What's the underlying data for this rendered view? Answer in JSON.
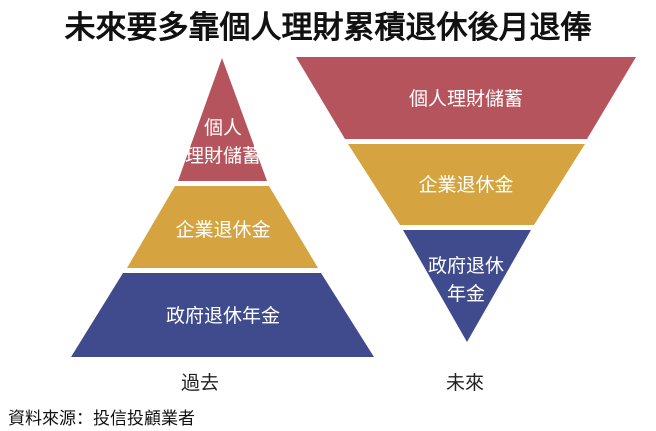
{
  "title": "未來要多靠個人理財累積退休後月退俸",
  "colors": {
    "top_red": "#b5545c",
    "middle_gold": "#d5a33f",
    "bottom_blue": "#3f4b8c",
    "text_on_tier": "#ffffff"
  },
  "past": {
    "caption": "過去",
    "tiers": {
      "top_line1": "個人",
      "top_line2": "理財儲蓄",
      "middle": "企業退休金",
      "bottom": "政府退休年金"
    }
  },
  "future": {
    "caption": "未來",
    "tiers": {
      "top": "個人理財儲蓄",
      "middle": "企業退休金",
      "bottom_line1": "政府退休",
      "bottom_line2": "年金"
    }
  },
  "source": "資料來源：投信投顧業者"
}
